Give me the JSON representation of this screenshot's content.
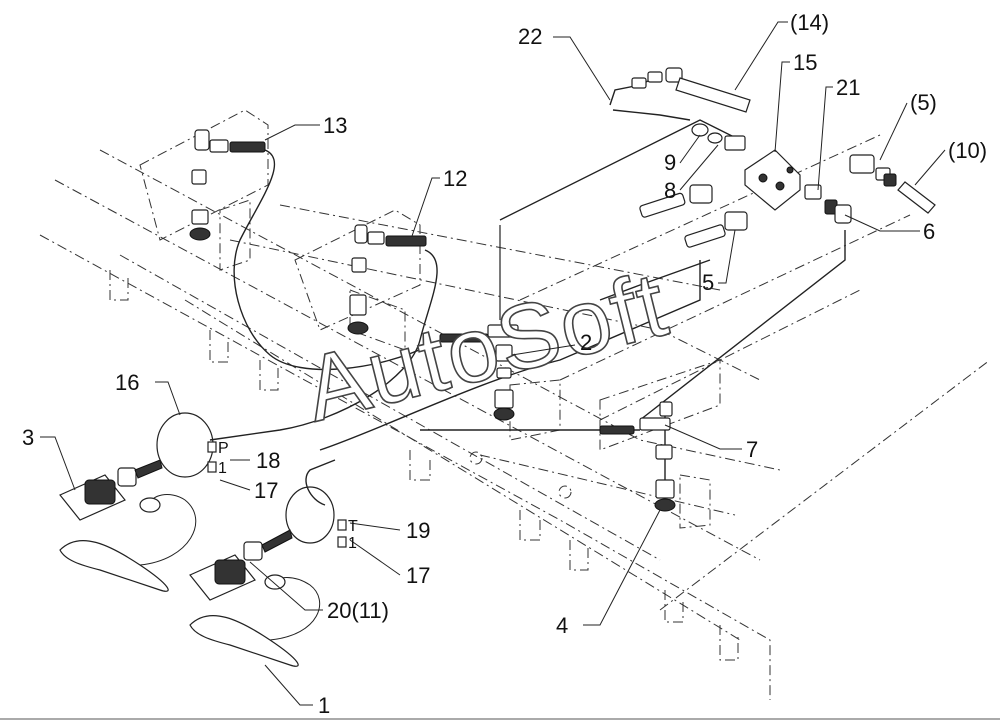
{
  "watermark": "AutoSoft",
  "callouts": [
    {
      "id": "c1",
      "text": "1"
    },
    {
      "id": "c2",
      "text": "2"
    },
    {
      "id": "c3",
      "text": "3"
    },
    {
      "id": "c4",
      "text": "4"
    },
    {
      "id": "c5",
      "text": "5"
    },
    {
      "id": "c6",
      "text": "6"
    },
    {
      "id": "c7",
      "text": "7"
    },
    {
      "id": "c8",
      "text": "8"
    },
    {
      "id": "c9",
      "text": "9"
    },
    {
      "id": "c10",
      "text": "(10)"
    },
    {
      "id": "c12",
      "text": "12"
    },
    {
      "id": "c13",
      "text": "13"
    },
    {
      "id": "c14",
      "text": "(14)"
    },
    {
      "id": "c15",
      "text": "15"
    },
    {
      "id": "c16",
      "text": "16"
    },
    {
      "id": "c17a",
      "text": "17"
    },
    {
      "id": "c17b",
      "text": "17"
    },
    {
      "id": "c18",
      "text": "18"
    },
    {
      "id": "c19",
      "text": "19"
    },
    {
      "id": "c20",
      "text": "20(11)"
    },
    {
      "id": "c21",
      "text": "21"
    },
    {
      "id": "c22",
      "text": "22"
    },
    {
      "id": "c5b",
      "text": "(5)"
    }
  ],
  "tags": {
    "tag_p": "P",
    "tag_1a": "1",
    "tag_t": "T",
    "tag_1b": "1"
  }
}
